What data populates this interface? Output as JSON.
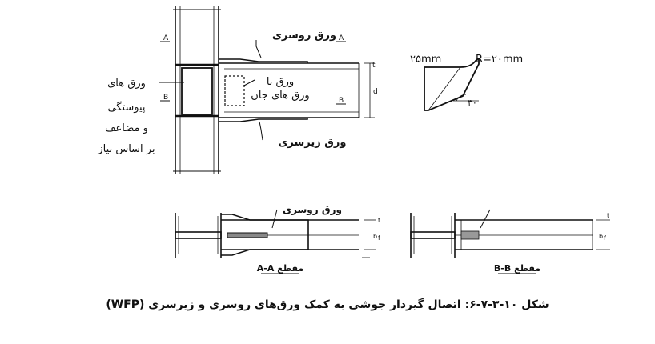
{
  "elevation": {
    "top_flange_plate_label": "ورق روسری",
    "bottom_flange_plate_label": "ورق زیرسری",
    "web_plate_label_1": "ورق با",
    "web_plate_label_2": "ورق های جان",
    "continuity_plates_label_1": "ورق های",
    "continuity_plates_label_2": "پیوستگی",
    "continuity_plates_label_3": "و مضاعف",
    "continuity_plates_label_4": "بر اساس نیاز",
    "section_mark_a_top": "A",
    "section_mark_a_right": "A",
    "section_mark_b_left": "B",
    "section_mark_b_right": "B",
    "dim_t": "t",
    "dim_d": "d"
  },
  "plate_detail": {
    "width_label": "۲۵mm",
    "radius_label": "R=۲۰mm",
    "angle_label": "۳۰"
  },
  "section_aa": {
    "plate_label": "ورق روسری",
    "title": "مقطع A-A",
    "dim_t": "t",
    "dim_b": "b",
    "dim_f": "f"
  },
  "section_bb": {
    "title": "مقطع B-B",
    "dim_t": "t",
    "dim_b": "b",
    "dim_f": "f"
  },
  "caption": "شکل ۱۰-۳-۷-۶: اتصال گیردار جوشی به کمک ورق‌های روسری و زیرسری (WFP)"
}
